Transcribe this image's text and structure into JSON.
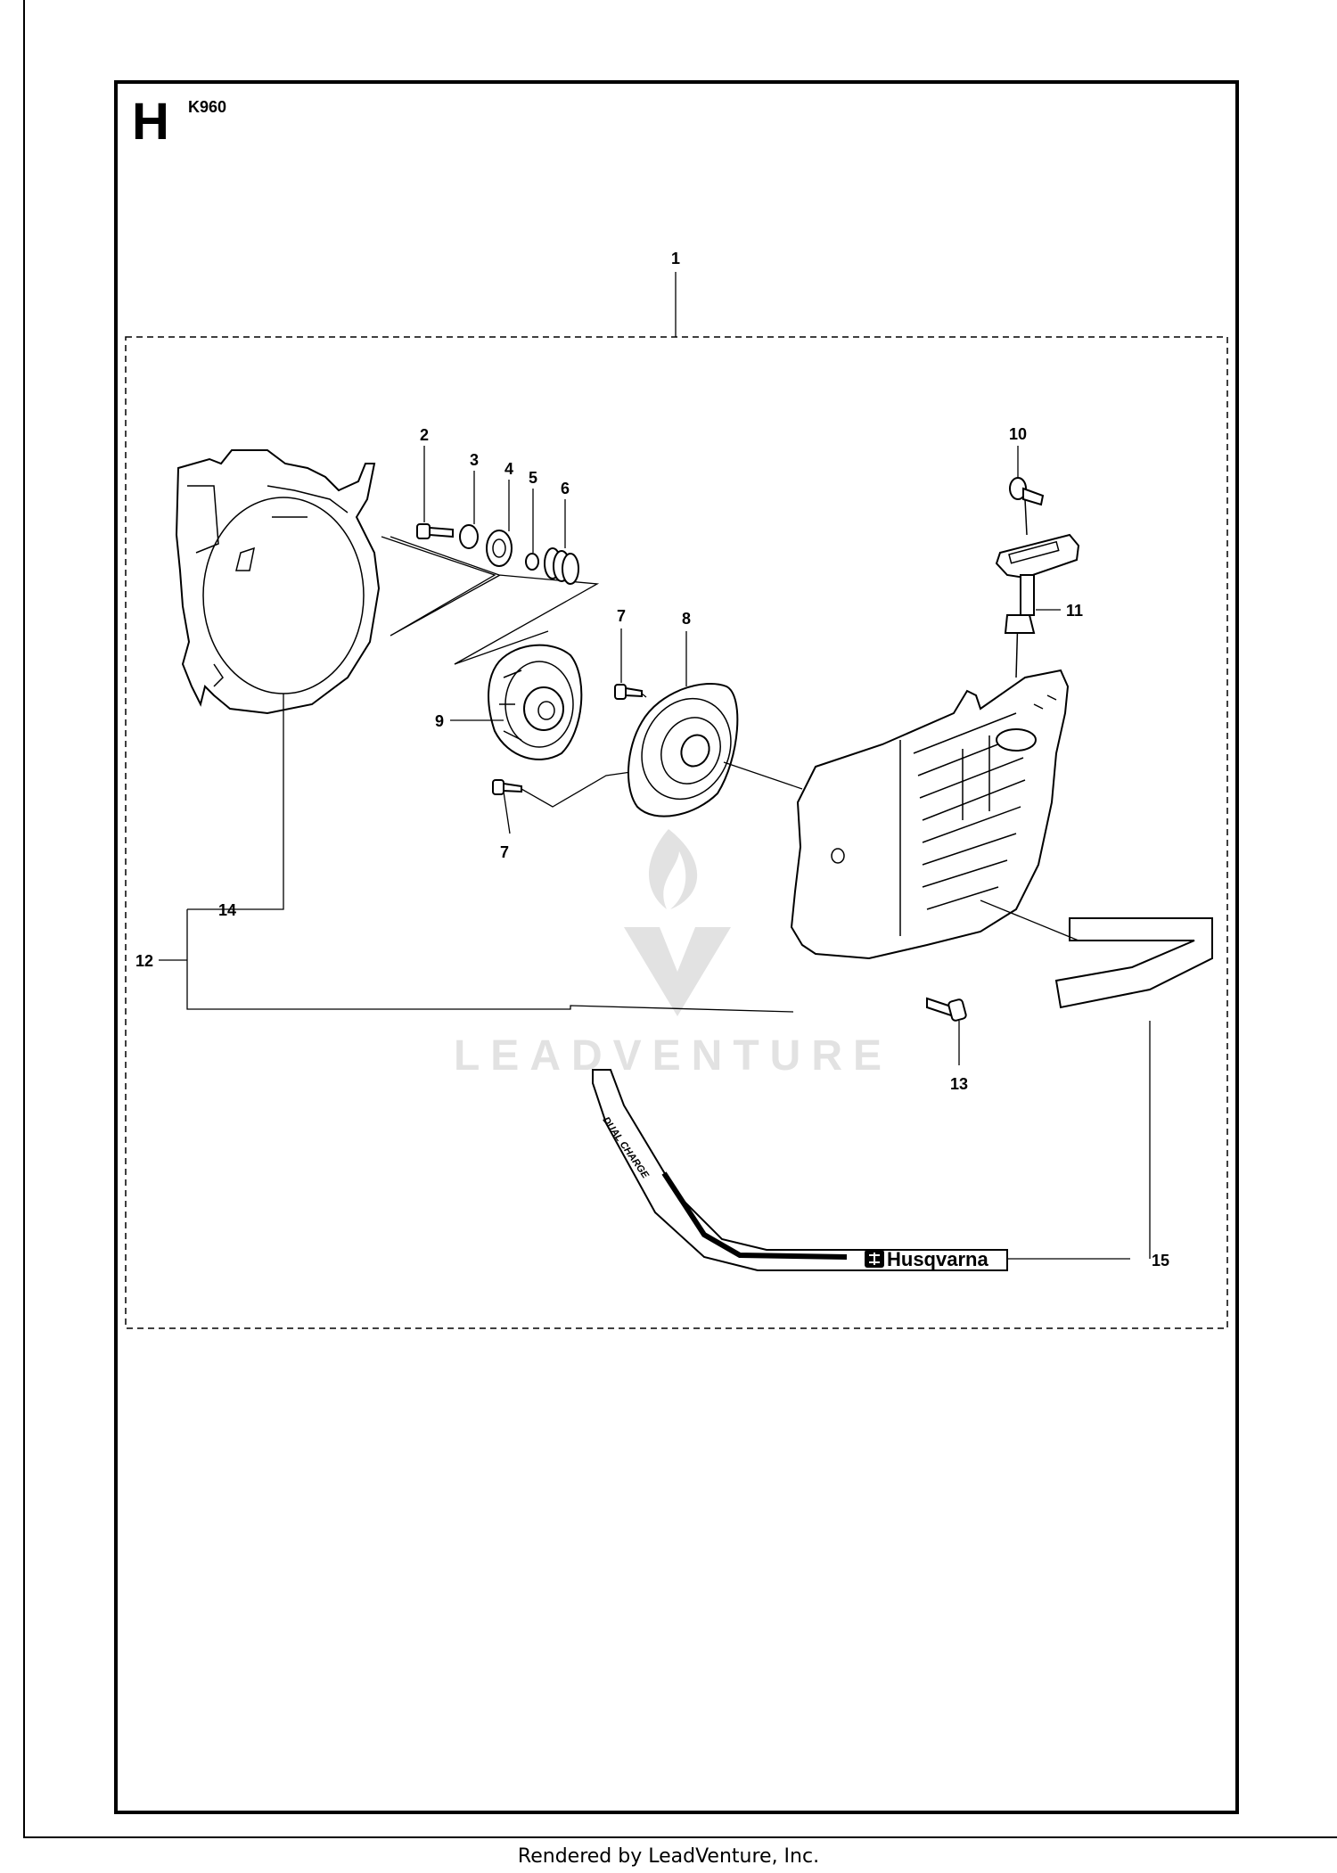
{
  "header": {
    "section_letter": "H",
    "model": "K960"
  },
  "callouts": {
    "c1": "1",
    "c2": "2",
    "c3": "3",
    "c4": "4",
    "c5": "5",
    "c6": "6",
    "c7a": "7",
    "c7b": "7",
    "c8": "8",
    "c9": "9",
    "c10": "10",
    "c11": "11",
    "c12": "12",
    "c13": "13",
    "c14": "14",
    "c15": "15"
  },
  "decal": {
    "top_text": "DUAL CHARGE",
    "brand_text": "Husqvarna"
  },
  "watermark": {
    "text": "LEADVENTURE"
  },
  "footer": {
    "text": "Rendered by LeadVenture, Inc."
  }
}
